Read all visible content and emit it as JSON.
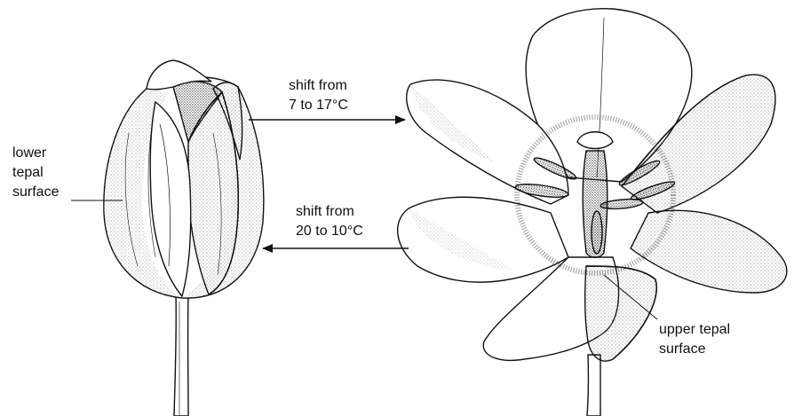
{
  "labels": {
    "lower_surface": [
      "lower",
      "tepal",
      "surface"
    ],
    "shift_open": [
      "shift from",
      "7 to 17°C"
    ],
    "shift_close": [
      "shift from",
      "20 to 10°C"
    ],
    "upper_surface": [
      "upper tepal",
      "surface"
    ]
  },
  "colors": {
    "ink": "#111111",
    "stipple": "#555555",
    "background": "#ffffff"
  }
}
